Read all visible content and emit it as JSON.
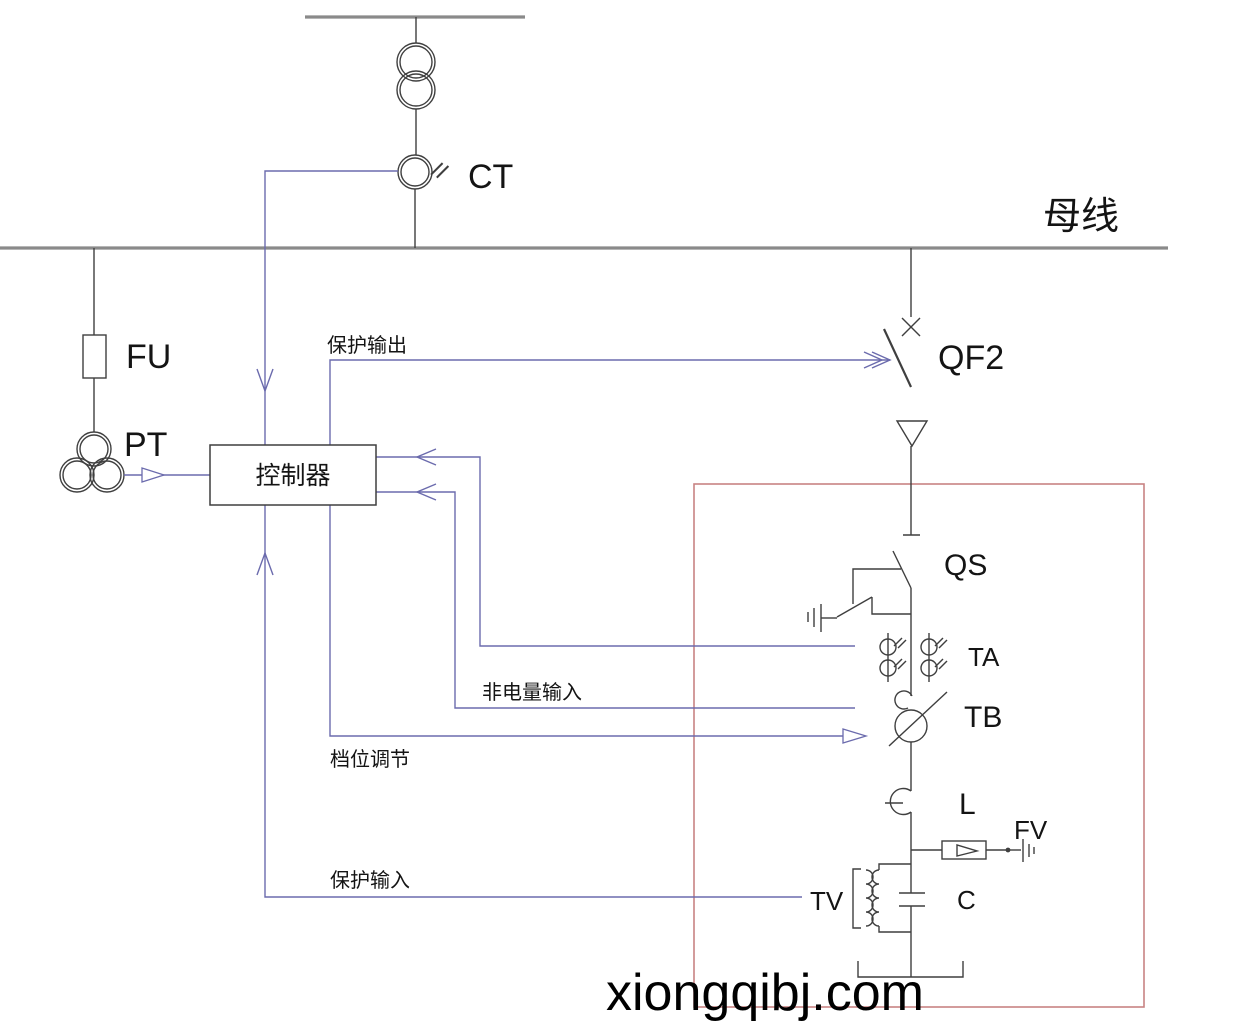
{
  "diagram": {
    "busbar_label": "母线",
    "watermark": "xiongqibj.com",
    "controller": {
      "label": "控制器"
    },
    "components": {
      "ct": "CT",
      "fu": "FU",
      "pt": "PT",
      "qf2": "QF2",
      "qs": "QS",
      "ta": "TA",
      "tb": "TB",
      "l": "L",
      "fv": "FV",
      "tv": "TV",
      "c": "C"
    },
    "signals": {
      "protection_output": "保护输出",
      "non_electric_input": "非电量输入",
      "tap_adjustment": "档位调节",
      "protection_input": "保护输入"
    },
    "colors": {
      "wire": "#3f3f3f",
      "bus": "#8a8a8a",
      "signal": "#6b6bad",
      "highlight": "#c88383",
      "text": "#141414"
    }
  }
}
